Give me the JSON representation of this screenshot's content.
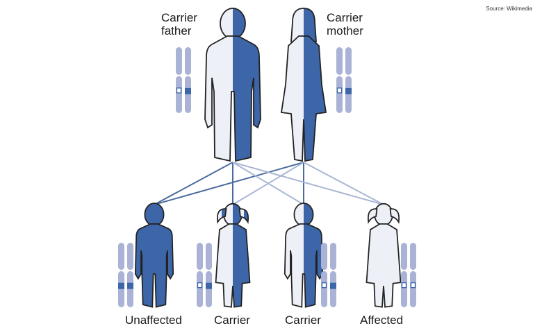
{
  "source": "Source: Wikimedia",
  "parents": [
    {
      "label": "Carrier father",
      "line1": "Carrier",
      "line2": "father",
      "type": "carrier",
      "sex": "male"
    },
    {
      "label": "Carrier mother",
      "line1": "Carrier",
      "line2": "mother",
      "type": "carrier",
      "sex": "female"
    }
  ],
  "children": [
    {
      "label": "Unaffected",
      "type": "full",
      "sex": "male"
    },
    {
      "label": "Carrier",
      "type": "carrier",
      "sex": "female"
    },
    {
      "label": "Carrier",
      "type": "carrier",
      "sex": "male"
    },
    {
      "label": "Affected",
      "type": "none",
      "sex": "female"
    }
  ],
  "colors": {
    "blue": "#3d66a8",
    "light": "#eef0f7",
    "chromosome": "#aab3d6",
    "line_dark": "#4a6c9e",
    "line_light": "#a9b6d4"
  }
}
